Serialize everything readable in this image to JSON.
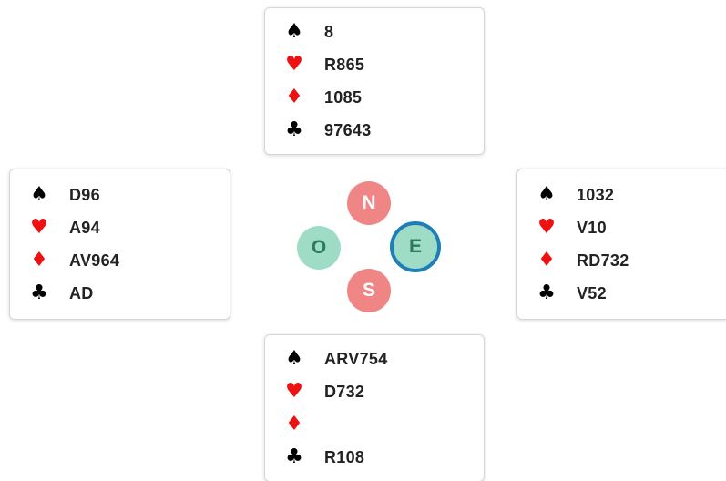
{
  "suits": {
    "spade": "♠",
    "heart": "♥",
    "diamond": "♦",
    "club": "♣"
  },
  "colors": {
    "red_suit": "#ee1111",
    "black_suit": "#000000",
    "north_south_seat": "#ef8585",
    "east_west_seat": "#9fdcc6",
    "active_ring": "#1e7fb8"
  },
  "seats": {
    "north": "N",
    "west": "O",
    "east": "E",
    "south": "S",
    "active": "east"
  },
  "hands": {
    "north": {
      "spades": "8",
      "hearts": "R865",
      "diamonds": "1085",
      "clubs": "97643"
    },
    "west": {
      "spades": "D96",
      "hearts": "A94",
      "diamonds": "AV964",
      "clubs": "AD"
    },
    "east": {
      "spades": "1032",
      "hearts": "V10",
      "diamonds": "RD732",
      "clubs": "V52"
    },
    "south": {
      "spades": "ARV754",
      "hearts": "D732",
      "diamonds": "",
      "clubs": "R108"
    }
  }
}
